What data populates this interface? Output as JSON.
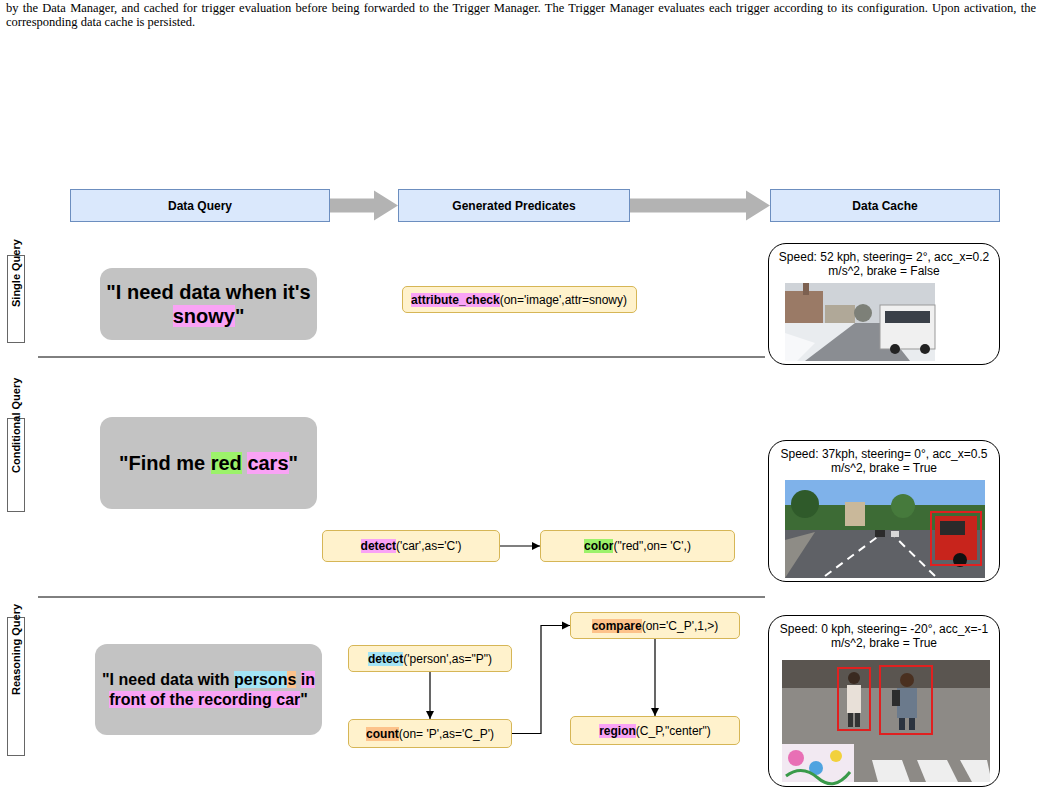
{
  "diagram": {
    "nodes": [
      {
        "text": [
          "Data Query"
        ]
      },
      {
        "text": [
          "Generated Predicates"
        ]
      },
      {
        "text": [
          "Data Cache"
        ]
      },
      {
        "text": [
          "Single Query"
        ]
      },
      {
        "text": [
          "\"I need data when it's snowy\""
        ]
      },
      {
        "text": [
          "attribute_check(on='image',attr=snowy)"
        ]
      },
      {
        "text": [
          "Speed: 52 kph, steering= 2°, acc_x=0.2 m/s^2, brake = False"
        ]
      },
      {
        "text": [
          "Conditional Query"
        ]
      },
      {
        "text": [
          "\"Find me red cars\""
        ]
      },
      {
        "text": [
          "detect('car',as='C')"
        ]
      },
      {
        "text": [
          "color(\"red\",on= 'C',)"
        ]
      },
      {
        "text": [
          "Speed: 37kph, steering= 0°, acc_x=0.5 m/s^2, brake = True"
        ]
      },
      {
        "text": [
          "Reasoning Query"
        ]
      },
      {
        "text": [
          "\"I need data with persons in front of the recording car\""
        ]
      },
      {
        "text": [
          "detect('person',as=\"P\")"
        ]
      },
      {
        "text": [
          "count(on= 'P',as='C_P')"
        ]
      },
      {
        "text": [
          "compare(on='C_P',1,>)"
        ]
      },
      {
        "text": [
          "region(C_P,\"center\")"
        ]
      },
      {
        "text": [
          "Speed: 0 kph, steering= -20°, acc_x=-1 m/s^2, brake = True"
        ]
      }
    ],
    "edges": [
      {
        "from": 0,
        "to": 1,
        "arrow": "to"
      },
      {
        "from": 1,
        "to": 2,
        "arrow": "to"
      },
      {
        "from": 9,
        "to": 10,
        "arrow": "to"
      },
      {
        "from": 14,
        "to": 15,
        "arrow": "to"
      },
      {
        "from": 15,
        "to": 16,
        "arrow": "to"
      },
      {
        "from": 16,
        "to": 17,
        "arrow": "to"
      }
    ],
    "labels": [
      "by the Data Manager, and cached for trigger evaluation before being forwarded to the Trigger Manager. The Trigger Manager evaluates each trigger according to its configuration. Upon activation, the corresponding data cache is persisted."
    ]
  }
}
